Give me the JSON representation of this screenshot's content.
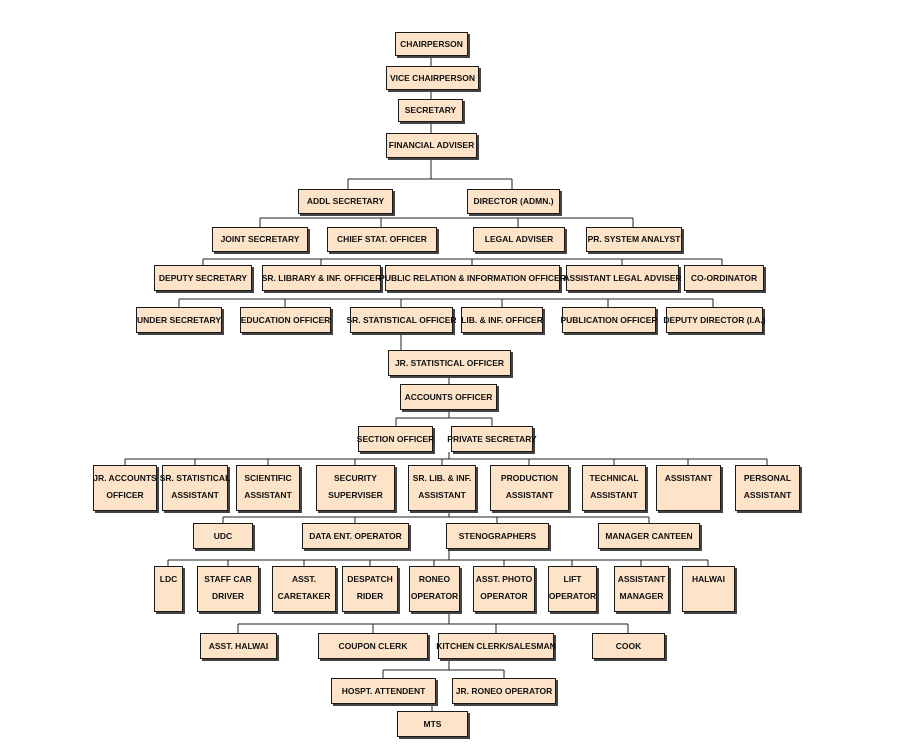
{
  "nodes": {
    "chairperson": [
      "CHAIRPERSON"
    ],
    "vice_chairperson": [
      "VICE CHAIRPERSON"
    ],
    "secretary": [
      "SECRETARY"
    ],
    "financial_adviser": [
      "FINANCIAL ADVISER"
    ],
    "addl_secretary": [
      "ADDL SECRETARY"
    ],
    "director_admn": [
      "DIRECTOR (Admn.)"
    ],
    "joint_secretary": [
      "JOINT SECRETARY"
    ],
    "chief_stat_officer": [
      "CHIEF STAT. OFFICER"
    ],
    "legal_adviser": [
      "LEGAL ADVISER"
    ],
    "pr_system_analyst": [
      "PR. SYSTEM ANALYST"
    ],
    "deputy_secretary": [
      "DEPUTY SECRETARY"
    ],
    "sr_library_inf_officer": [
      "SR. LIBRARY & INF. OFFICER"
    ],
    "public_relation_information_officer": [
      "PUBLIC RELATION & INFORMATION OFFICER"
    ],
    "assistant_legal_adviser": [
      "ASSISTANT LEGAL ADVISER"
    ],
    "co_ordinator": [
      "CO-ORDINATOR"
    ],
    "under_secretary": [
      "UNDER SECRETARY"
    ],
    "education_officer": [
      "EDUCATION OFFICER"
    ],
    "sr_statistical_officer": [
      "SR. STATISTICAL OFFICER"
    ],
    "lib_inf_officer": [
      "LIB. & INF. OFFICER"
    ],
    "publication_officer": [
      "PUBLICATION OFFICER"
    ],
    "deputy_director_ia": [
      "DEPUTY DIRECTOR (I.A.)"
    ],
    "jr_statistical_officer": [
      "JR. STATISTICAL OFFICER"
    ],
    "accounts_officer": [
      "ACCOUNTS OFFICER"
    ],
    "section_officer": [
      "SECTION OFFICER"
    ],
    "private_secretary": [
      "PRIVATE SECRETARY"
    ],
    "jr_accounts_officer": [
      "JR. ACCOUNTS",
      "OFFICER"
    ],
    "sr_statistical_assistant": [
      "SR. STATISTICAL",
      "ASSISTANT"
    ],
    "scientific_assistant": [
      "SCIENTIFIC",
      "ASSISTANT"
    ],
    "security_superviser": [
      "SECURITY",
      "SUPERVISER"
    ],
    "sr_lib_inf_assistant": [
      "SR. LIB. & INF.",
      "ASSISTANT"
    ],
    "production_assistant": [
      "PRODUCTION",
      "ASSISTANT"
    ],
    "technical_assistant": [
      "TECHNICAL",
      "ASSISTANT"
    ],
    "assistant": [
      "ASSISTANT"
    ],
    "personal_assistant": [
      "PERSONAL",
      "ASSISTANT"
    ],
    "udc": [
      "UDC"
    ],
    "data_ent_operator": [
      "DATA ENT. OPERATOR"
    ],
    "stenographers": [
      "STENOGRAPHERS"
    ],
    "manager_canteen": [
      "MANAGER CANTEEN"
    ],
    "ldc": [
      "LDC"
    ],
    "staff_car_driver": [
      "STAFF CAR",
      "DRIVER"
    ],
    "asst_caretaker": [
      "ASST.",
      "CARETAKER"
    ],
    "despatch_rider": [
      "DESPATCH",
      "RIDER"
    ],
    "roneo_operator": [
      "RONEO",
      "OPERATOR"
    ],
    "asst_photo_operator": [
      "ASST. PHOTO",
      "OPERATOR"
    ],
    "lift_operator": [
      "LIFT",
      "OPERATOR"
    ],
    "assistant_manager": [
      "ASSISTANT",
      "MANAGER"
    ],
    "halwai": [
      "HALWAI"
    ],
    "asst_halwai": [
      "ASST. HALWAI"
    ],
    "coupon_clerk": [
      "COUPON CLERK"
    ],
    "kitchen_clerk_salesman": [
      "KITCHEN CLERK/SALESMAN"
    ],
    "cook": [
      "COOK"
    ],
    "hospt_attendent": [
      "HOSPT. ATTENDENT"
    ],
    "jr_roneo_operator": [
      "JR. RONEO OPERATOR"
    ],
    "mts": [
      "MTS"
    ]
  },
  "colors": {
    "box_fill": "#fde3c8",
    "box_border": "#1a1a1a",
    "line": "#222222"
  }
}
